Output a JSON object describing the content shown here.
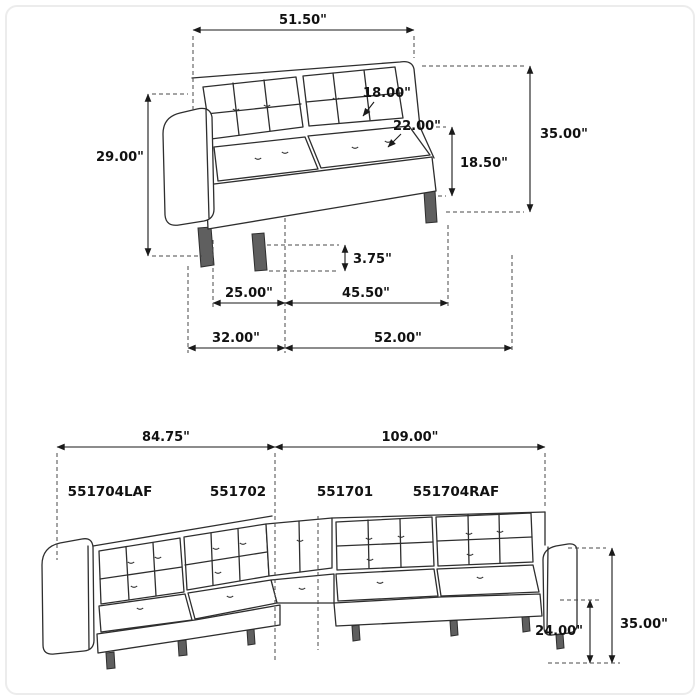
{
  "colors": {
    "background": "#ffffff",
    "line": "#2e2e2e",
    "dimension": "#1a1a1a",
    "leg_fill": "#5f5f5f",
    "frame_border": "#ececec"
  },
  "sofa_top": {
    "dimensions": {
      "back_width": "51.50\"",
      "back_cushion": "18.00\"",
      "seat_depth": "22.00\"",
      "arm_height": "29.00\"",
      "overall_height": "35.00\"",
      "seat_height": "18.50\"",
      "leg_height": "3.75\"",
      "arm_depth": "25.00\"",
      "seat_width": "45.50\"",
      "overall_depth": "32.00\"",
      "overall_width": "52.00\""
    }
  },
  "sectional_bottom": {
    "labels": {
      "laf_piece": "551704LAF",
      "armless_piece": "551702",
      "corner_piece": "551701",
      "raf_piece": "551704RAF"
    },
    "dimensions": {
      "left_width": "84.75\"",
      "right_width": "109.00\"",
      "overall_height": "35.00\"",
      "arm_height": "24.00\""
    }
  }
}
